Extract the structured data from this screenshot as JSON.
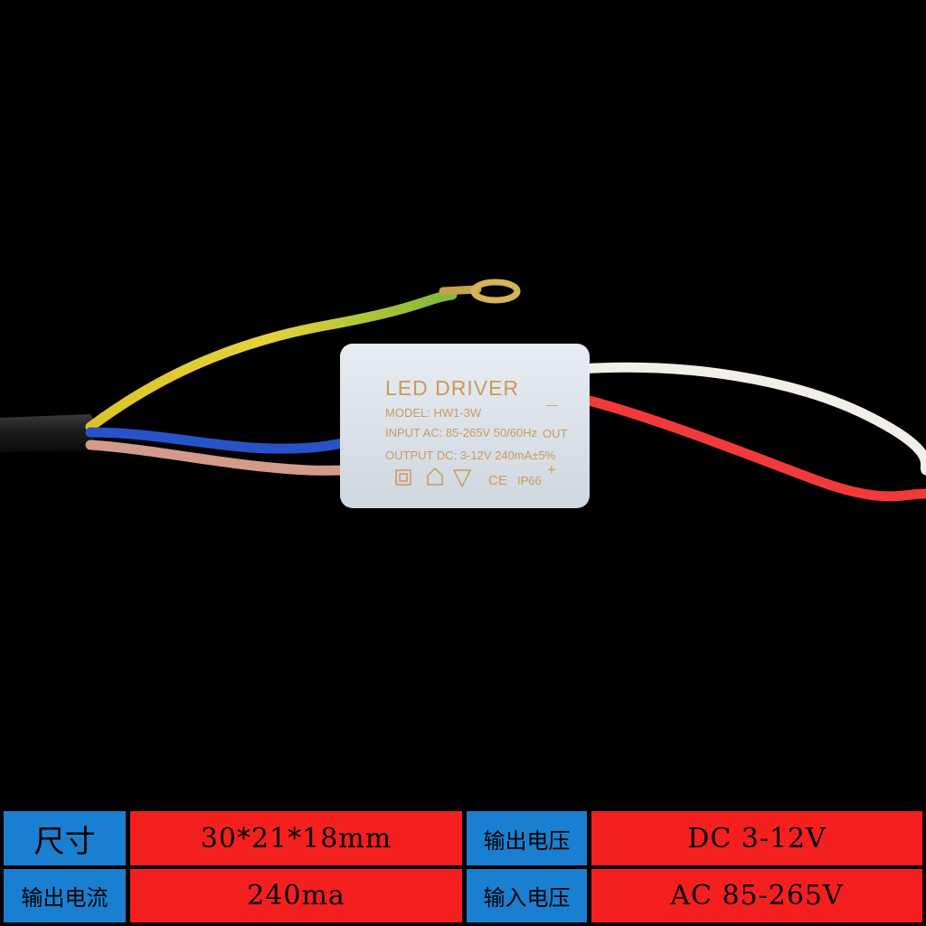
{
  "driver_label": {
    "title": "LED DRIVER",
    "model": "MODEL: HW1-3W",
    "input": "INPUT AC: 85-265V  50/60Hz",
    "output": "OUTPUT DC: 3-12V  240mA±5%",
    "minus": "—",
    "out": "OUT",
    "plus": "+",
    "ce": "CE",
    "ip": "IP66"
  },
  "specs": {
    "size_label": "尺寸",
    "size_value": "30*21*18mm",
    "out_voltage_label": "输出电压",
    "out_voltage_value": "DC 3-12V",
    "out_current_label": "输出电流",
    "out_current_value": "240ma",
    "in_voltage_label": "输入电压",
    "in_voltage_value": "AC 85-265V"
  },
  "colors": {
    "label_cell": "#1a7fd0",
    "value_cell": "#f41f1f",
    "background": "#000000"
  }
}
